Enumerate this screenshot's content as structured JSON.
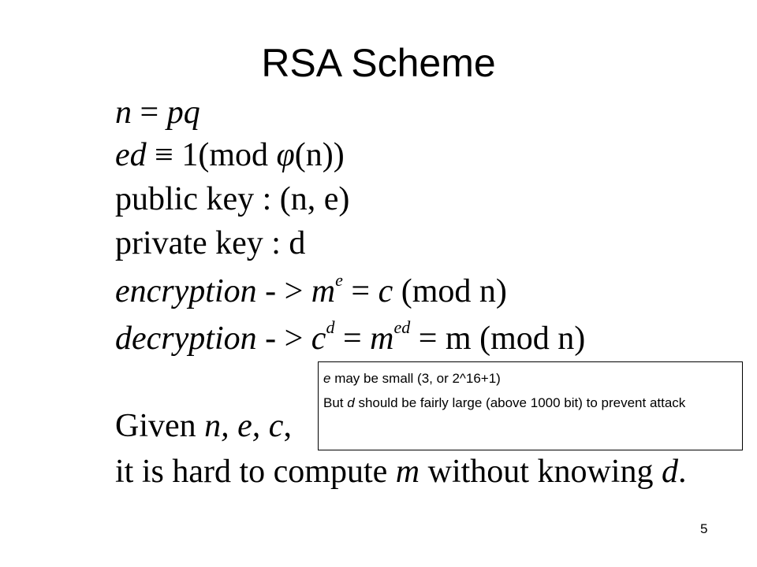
{
  "slide": {
    "title": "RSA Scheme",
    "page_number": "5"
  },
  "equations": {
    "n_line": {
      "lhs": "n",
      "op": " = ",
      "rhs": "pq"
    },
    "ed_line": {
      "lhs": "ed",
      "op": " ≡ ",
      "one": "1",
      "mod_open": "(mod ",
      "phi": "φ",
      "arg": "(n))"
    },
    "public_key": {
      "label": "public key",
      "value": " : (n, e)"
    },
    "private_key": {
      "label": "private key",
      "value": " : d"
    },
    "encryption": {
      "word": "encryption",
      "arrow": " - > ",
      "m": "m",
      "exp": "e",
      "eq": " = ",
      "c": "c",
      "mod": " (mod n)"
    },
    "decryption": {
      "word": "decryption",
      "arrow": " - > ",
      "c": "c",
      "exp_d": "d",
      "eq1": " = ",
      "m": "m",
      "exp_ed": "ed",
      "eq2": " = m",
      "mod": " (mod n)"
    }
  },
  "given": {
    "line1_prefix": "Given ",
    "line1_vars": "n, e, c",
    "line1_suffix": ",",
    "line2_prefix": "it is hard to compute ",
    "line2_var": "m",
    "line2_mid": " without knowing ",
    "line2_var2": "d",
    "line2_suffix": "."
  },
  "note_box": {
    "line1_var": "e",
    "line1_text": " may be small (3, or 2^16+1)",
    "line2_prefix": "But ",
    "line2_var": "d",
    "line2_text": " should be fairly large (above 1000 bit) to prevent attack"
  }
}
